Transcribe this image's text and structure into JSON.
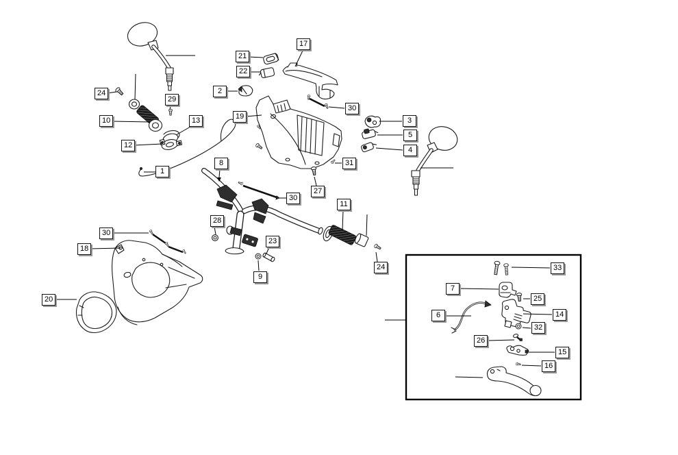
{
  "diagram": {
    "background": "#ffffff",
    "line_color": "#1a1a1a",
    "callout_bg": "#fdfdfd",
    "callout_border": "#141414",
    "callout_shadow": "#9a9a9a"
  },
  "callouts": [
    {
      "ref": "24"
    },
    {
      "ref": "29"
    },
    {
      "ref": "10"
    },
    {
      "ref": "13"
    },
    {
      "ref": "12"
    },
    {
      "ref": "1"
    },
    {
      "ref": "2"
    },
    {
      "ref": "21"
    },
    {
      "ref": "22"
    },
    {
      "ref": "17"
    },
    {
      "ref": "19"
    },
    {
      "ref": "30"
    },
    {
      "ref": "3"
    },
    {
      "ref": "5"
    },
    {
      "ref": "4"
    },
    {
      "ref": "31"
    },
    {
      "ref": "27"
    },
    {
      "ref": "8"
    },
    {
      "ref": "30"
    },
    {
      "ref": "28"
    },
    {
      "ref": "23"
    },
    {
      "ref": "9"
    },
    {
      "ref": "11"
    },
    {
      "ref": "24"
    },
    {
      "ref": "30"
    },
    {
      "ref": "18"
    },
    {
      "ref": "20"
    },
    {
      "ref": "33"
    },
    {
      "ref": "7"
    },
    {
      "ref": "25"
    },
    {
      "ref": "6"
    },
    {
      "ref": "14"
    },
    {
      "ref": "32"
    },
    {
      "ref": "26"
    },
    {
      "ref": "15"
    },
    {
      "ref": "16"
    }
  ]
}
